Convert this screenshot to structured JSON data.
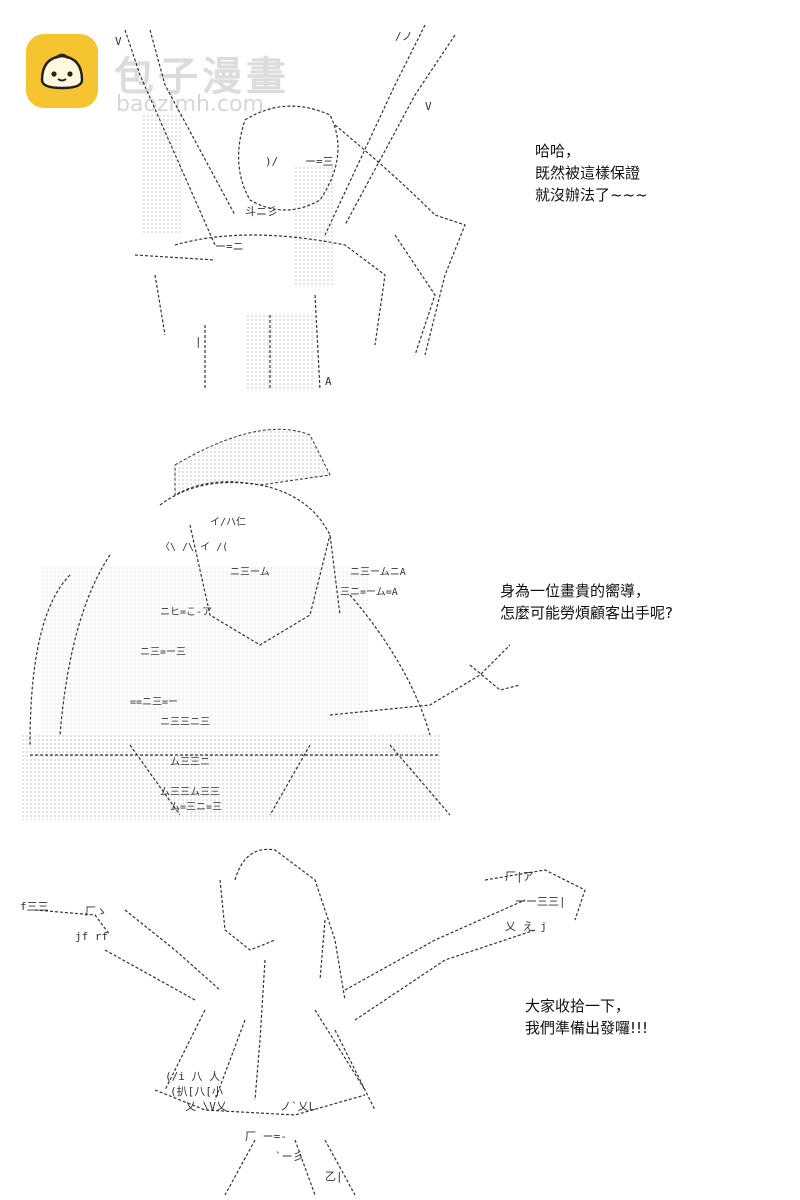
{
  "watermark": {
    "title": "包子漫畫",
    "url": "baozimh.com",
    "logo_icon": "steamed-bun-icon",
    "logo_color": "#f6c431"
  },
  "panels": [
    {
      "art": "ascii-art-figure-arms-raised",
      "lines": [
        "哈哈，",
        "既然被這樣保證",
        "就沒辦法了~~~"
      ]
    },
    {
      "art": "ascii-art-figure-pointing",
      "lines": [
        "身為一位畫貴的嚮導，",
        "怎麼可能勞煩顧客出手呢?"
      ]
    },
    {
      "art": "ascii-art-figure-arms-spread",
      "lines": [
        "大家收拾一下，",
        "我們準備出發囉!!!"
      ]
    }
  ]
}
